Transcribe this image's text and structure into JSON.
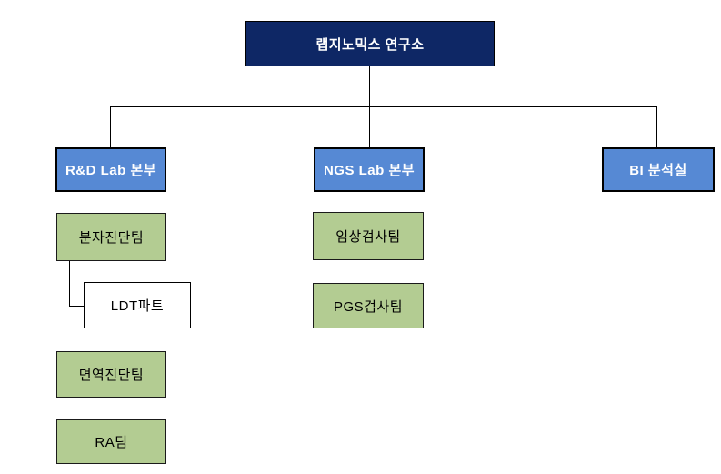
{
  "chart": {
    "title": "organization chart",
    "root": {
      "label": "랩지노믹스 연구소"
    },
    "divisions": [
      {
        "label": "R&D Lab 본부"
      },
      {
        "label": "NGS Lab 본부"
      },
      {
        "label": "BI 분석실"
      }
    ],
    "rnd_teams": [
      {
        "label": "분자진단팀"
      },
      {
        "label": "면역진단팀"
      },
      {
        "label": "RA팀"
      }
    ],
    "ldt": {
      "label": "LDT파트"
    },
    "ngs_teams": [
      {
        "label": "임상검사팀"
      },
      {
        "label": "PGS검사팀"
      }
    ],
    "colors": {
      "root_bg": "#0E2765",
      "division_bg": "#5689D4",
      "team_bg": "#B3CC92",
      "part_bg": "#FFFFFF",
      "line": "#000000"
    }
  }
}
